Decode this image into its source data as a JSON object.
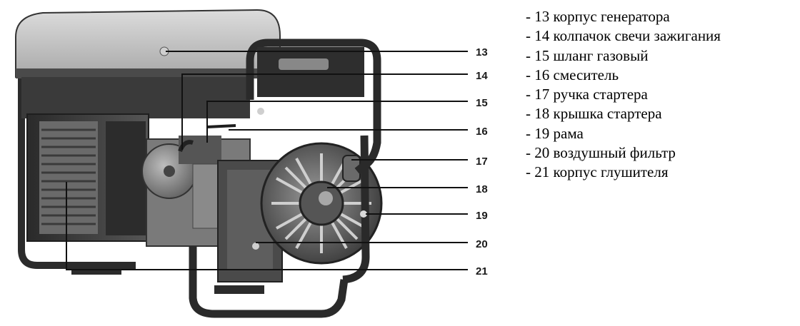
{
  "figure": {
    "callout_numbers": [
      "13",
      "14",
      "15",
      "16",
      "17",
      "18",
      "19",
      "20",
      "21"
    ]
  },
  "legend": {
    "items": [
      "- 13 корпус генератора",
      "- 14 колпачок свечи зажигания",
      "- 15 шланг газовый",
      "- 16 смеситель",
      "- 17 ручка стартера",
      "- 18 крышка стартера",
      "- 19 рама",
      "- 20 воздушный фильтр",
      "- 21 корпус глушителя"
    ]
  }
}
